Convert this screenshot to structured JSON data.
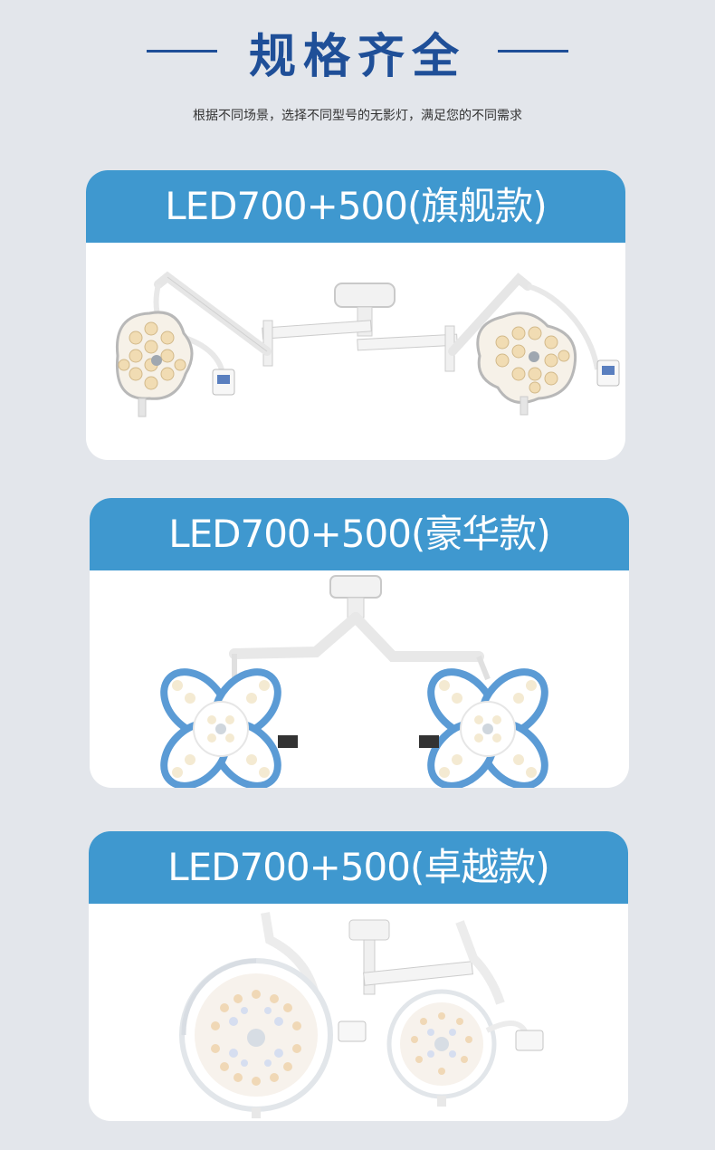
{
  "header": {
    "title": "规格齐全",
    "subtitle": "根据不同场景，选择不同型号的无影灯，满足您的不同需求"
  },
  "products": [
    {
      "label": "LED700+500(旗舰款)",
      "image_icon": "flagship-surgical-light-icon"
    },
    {
      "label": "LED700+500(豪华款)",
      "image_icon": "luxury-surgical-light-icon"
    },
    {
      "label": "LED700+500(卓越款)",
      "image_icon": "excellence-surgical-light-icon"
    }
  ],
  "colors": {
    "background": "#e3e6eb",
    "title": "#1f4f98",
    "card_header": "#3f98cf",
    "lamp_blue": "#5b9bd5",
    "led_warm": "#f3e3c3"
  }
}
